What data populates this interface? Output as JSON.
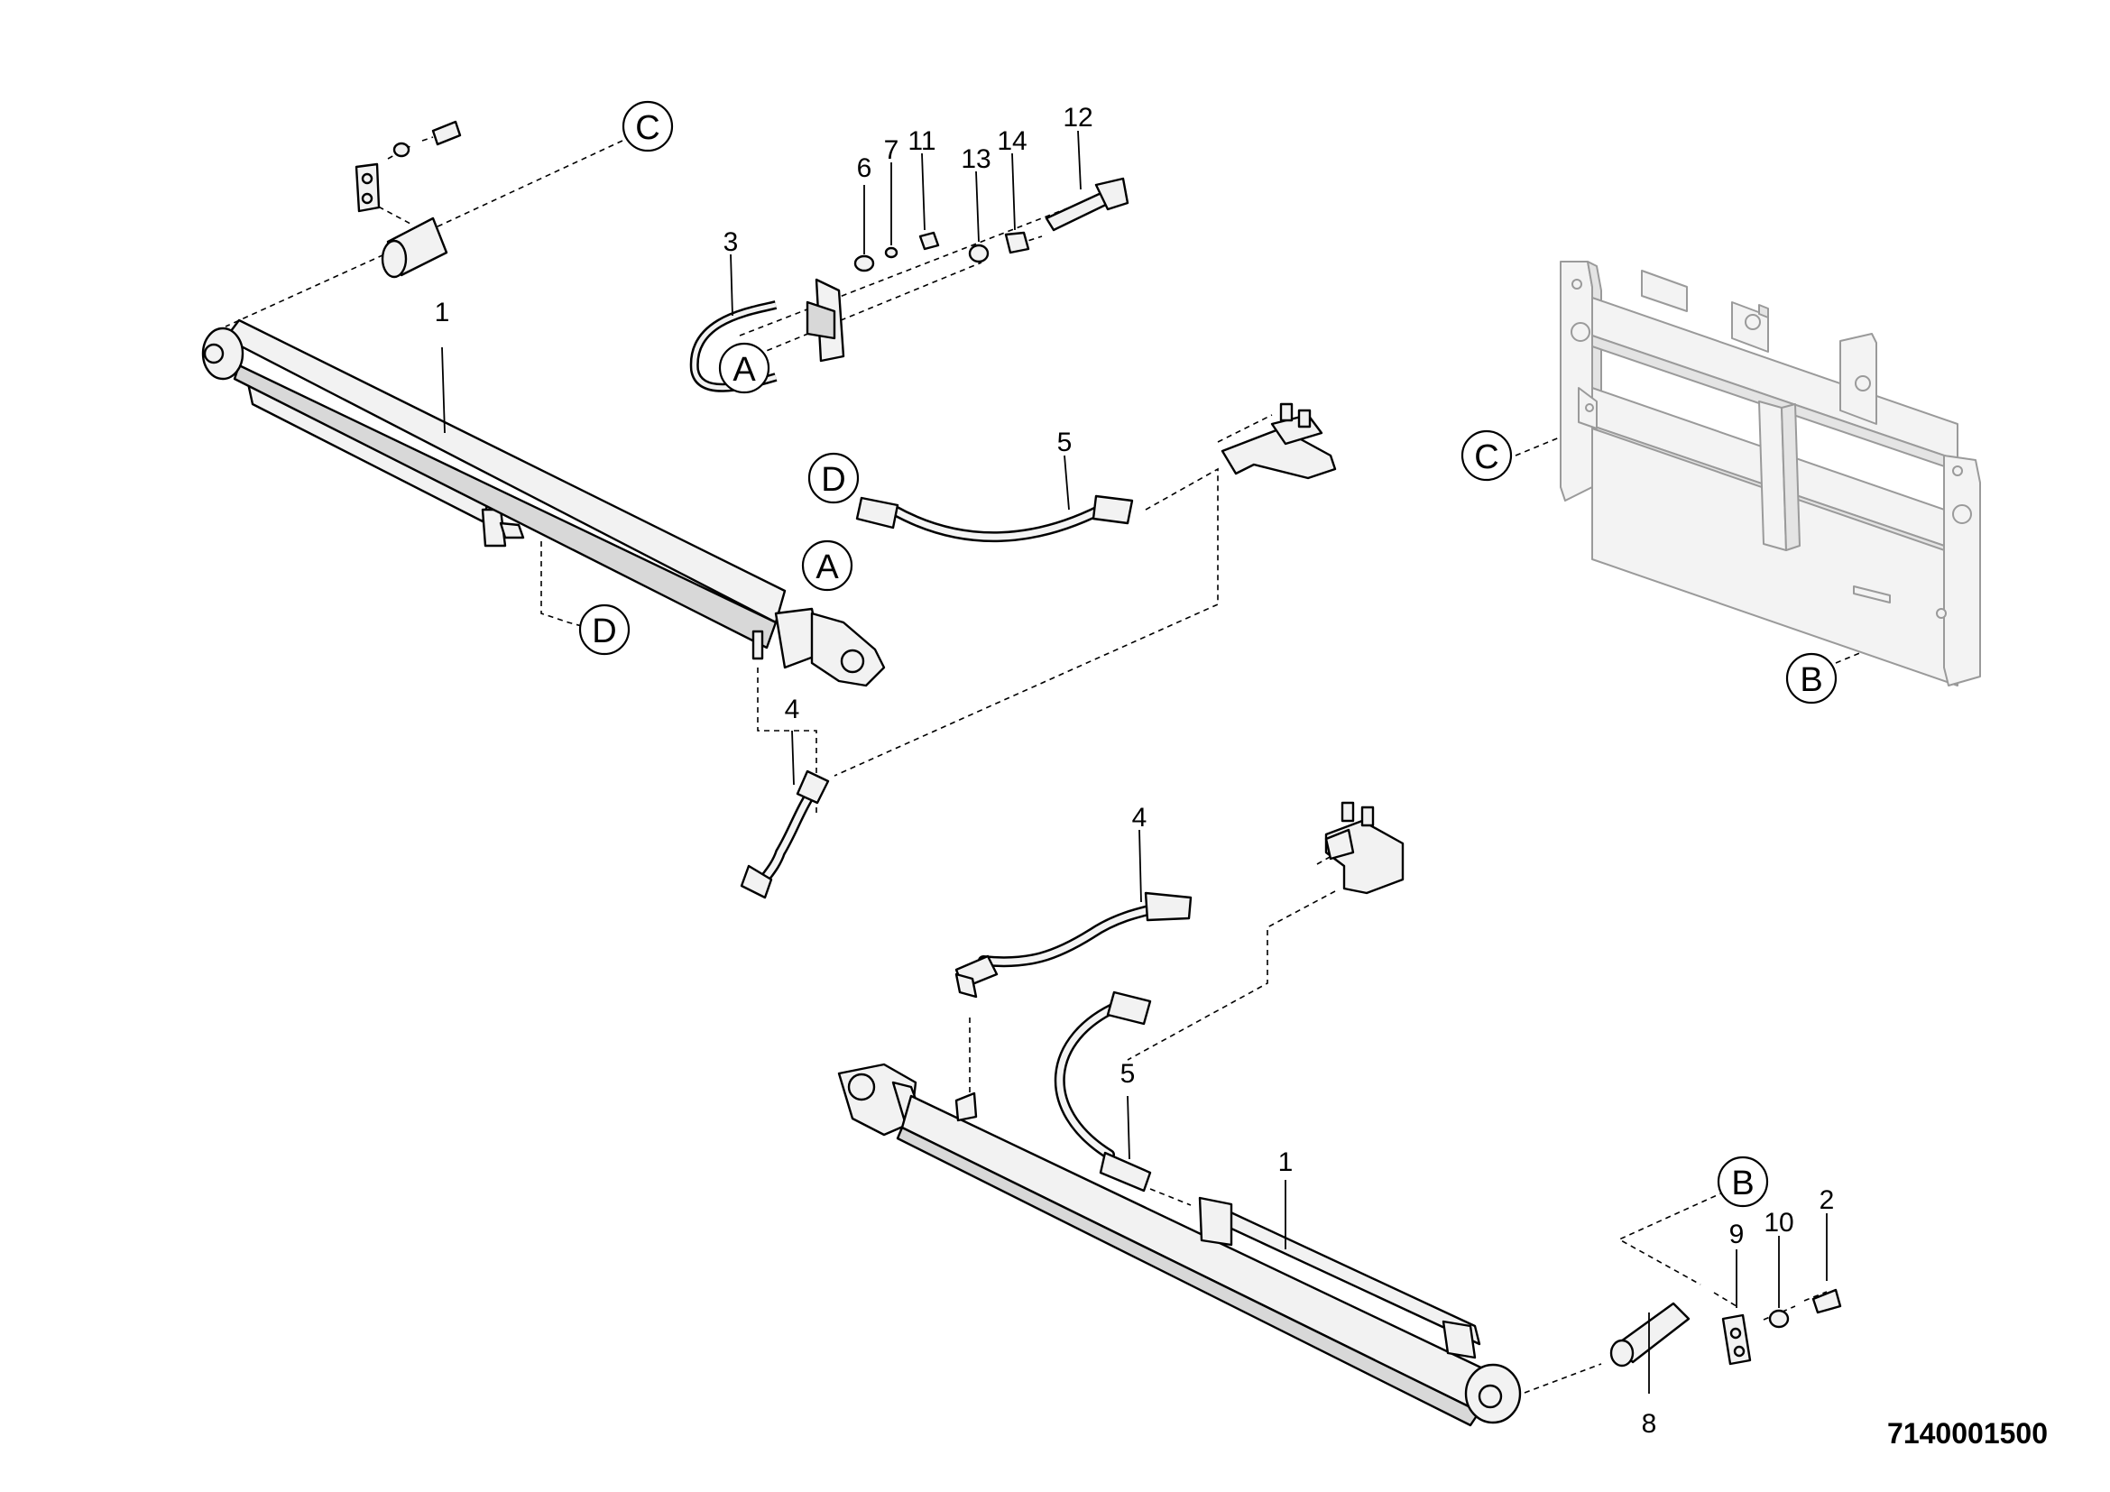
{
  "document_number": "7140001500",
  "callouts": {
    "A": "A",
    "B": "B",
    "C": "C",
    "D": "D"
  },
  "part_numbers": [
    "1",
    "2",
    "3",
    "4",
    "5",
    "6",
    "7",
    "8",
    "9",
    "10",
    "11",
    "12",
    "13",
    "14"
  ]
}
